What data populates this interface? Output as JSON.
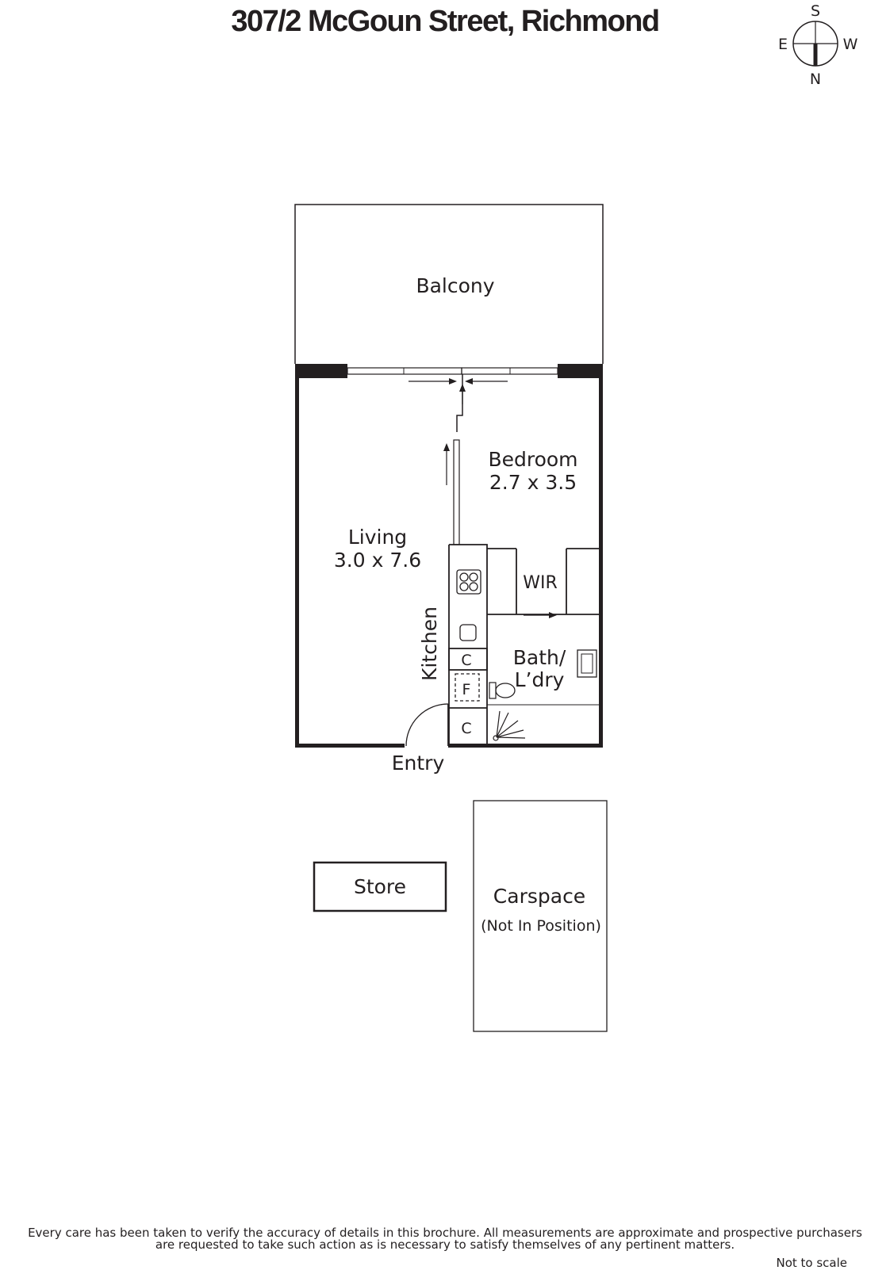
{
  "title": "307/2 McGoun Street, Richmond",
  "compass": {
    "south": "S",
    "east": "E",
    "west": "W",
    "north": "N"
  },
  "rooms": {
    "balcony": "Balcony",
    "bedroom": {
      "name": "Bedroom",
      "size": "2.7 x 3.5"
    },
    "living": {
      "name": "Living",
      "size": "3.0 x 7.6"
    },
    "kitchen": "Kitchen",
    "wir": "WIR",
    "bath": {
      "line1": "Bath/",
      "line2": "L’dry"
    },
    "cupboard_1": "C",
    "fridge": "F",
    "cupboard_2": "C",
    "entry": "Entry",
    "store": "Store",
    "carspace": {
      "name": "Carspace",
      "note": "(Not In Position)"
    }
  },
  "colors": {
    "ink": "#231f20",
    "background": "#ffffff"
  },
  "disclaimer": {
    "line1": "Every care has been taken to verify the accuracy of details in this brochure.  All measurements are approximate and prospective purchasers",
    "line2": "are requested to take such action as is necessary to satisfy themselves of any pertinent matters."
  },
  "scale_note": "Not to scale"
}
